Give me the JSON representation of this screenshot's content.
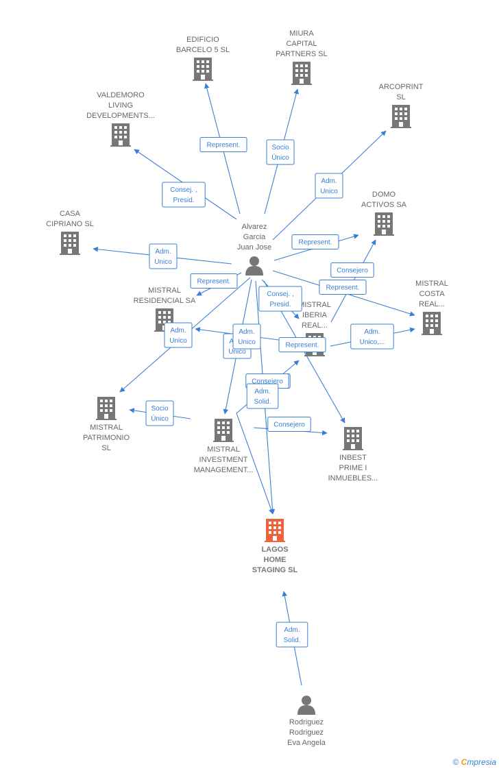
{
  "colors": {
    "edge": "#3a7fd5",
    "company": "#777777",
    "target": "#f0623a",
    "person": "#777777"
  },
  "nodes": [
    {
      "id": "edificio",
      "type": "company",
      "lines": [
        "EDIFICIO",
        "BARCELO 5  SL"
      ],
      "icon": "building-icon"
    },
    {
      "id": "miura",
      "type": "company",
      "lines": [
        "MIURA",
        "CAPITAL",
        "PARTNERS  SL"
      ],
      "icon": "building-icon"
    },
    {
      "id": "arcoprint",
      "type": "company",
      "lines": [
        "ARCOPRINT",
        "SL"
      ],
      "icon": "building-icon"
    },
    {
      "id": "valdemoro",
      "type": "company",
      "lines": [
        "VALDEMORO",
        "LIVING",
        "DEVELOPMENTS..."
      ],
      "icon": "building-icon"
    },
    {
      "id": "domo",
      "type": "company",
      "lines": [
        "DOMO",
        "ACTIVOS SA"
      ],
      "icon": "building-icon"
    },
    {
      "id": "casa",
      "type": "company",
      "lines": [
        "CASA",
        "CIPRIANO SL"
      ],
      "icon": "building-icon"
    },
    {
      "id": "mistral_costa",
      "type": "company",
      "lines": [
        "MISTRAL",
        "COSTA",
        "REAL..."
      ],
      "icon": "building-icon"
    },
    {
      "id": "mistral_res",
      "type": "company",
      "lines": [
        "MISTRAL",
        "RESIDENCIAL SA"
      ],
      "icon": "building-icon"
    },
    {
      "id": "mistral_iberia",
      "type": "company",
      "lines": [
        "MISTRAL",
        "IBERIA",
        "REAL..."
      ],
      "icon": "building-icon"
    },
    {
      "id": "mistral_patr",
      "type": "company",
      "lines": [
        "MISTRAL",
        "PATRIMONIO",
        "SL"
      ],
      "icon": "building-icon"
    },
    {
      "id": "mistral_inv",
      "type": "company",
      "lines": [
        "MISTRAL",
        "INVESTMENT",
        "MANAGEMENT..."
      ],
      "icon": "building-icon"
    },
    {
      "id": "inbest",
      "type": "company",
      "lines": [
        "INBEST",
        "PRIME I",
        "INMUEBLES..."
      ],
      "icon": "building-icon"
    },
    {
      "id": "lagos",
      "type": "target",
      "lines": [
        "LAGOS",
        "HOME",
        "STAGING  SL"
      ],
      "icon": "building-icon"
    },
    {
      "id": "alvarez",
      "type": "person",
      "lines": [
        "Alvarez",
        "Garcia",
        "Juan Jose"
      ],
      "icon": "person-icon"
    },
    {
      "id": "rodriguez",
      "type": "person",
      "lines": [
        "Rodriguez",
        "Rodriguez",
        "Eva Angela"
      ],
      "icon": "person-icon"
    }
  ],
  "edges": [
    {
      "from": "alvarez",
      "to": "edificio",
      "label": [
        "Represent."
      ]
    },
    {
      "from": "alvarez",
      "to": "miura",
      "label": [
        "Socio",
        "Único"
      ]
    },
    {
      "from": "alvarez",
      "to": "arcoprint",
      "label": [
        "Adm.",
        "Unico"
      ]
    },
    {
      "from": "alvarez",
      "to": "valdemoro",
      "label": [
        "Consej. ,",
        "Presid."
      ]
    },
    {
      "from": "alvarez",
      "to": "domo",
      "label": [
        "Represent."
      ]
    },
    {
      "from": "alvarez",
      "to": "casa",
      "label": [
        "Adm.",
        "Unico"
      ]
    },
    {
      "from": "alvarez",
      "to": "mistral_res",
      "label": [
        "Represent."
      ]
    },
    {
      "from": "alvarez",
      "to": "mistral_costa",
      "label": [
        "Represent."
      ]
    },
    {
      "from": "alvarez",
      "to": "mistral_iberia",
      "label": [
        "Consej. ,",
        "Presid."
      ]
    },
    {
      "from": "alvarez",
      "to": "mistral_patr",
      "label": [
        "Adm.",
        "Unico"
      ]
    },
    {
      "from": "alvarez",
      "to": "mistral_inv",
      "label": [
        "Adm.",
        "Unico"
      ]
    },
    {
      "from": "alvarez",
      "to": "inbest",
      "label": [
        "Consejero"
      ]
    },
    {
      "from": "alvarez",
      "to": "lagos",
      "label": [
        "Adm.",
        "Unico"
      ]
    },
    {
      "from": "mistral_iberia",
      "to": "domo",
      "label": [
        "Consejero"
      ]
    },
    {
      "from": "mistral_iberia",
      "to": "mistral_costa",
      "label": [
        "Adm.",
        "Unico,..."
      ]
    },
    {
      "from": "mistral_iberia",
      "to": "mistral_res",
      "label": [
        "Represent."
      ]
    },
    {
      "from": "mistral_inv",
      "to": "mistral_patr",
      "label": [
        "Socio",
        "Único"
      ]
    },
    {
      "from": "mistral_inv",
      "to": "mistral_iberia",
      "label": [
        "Consejero"
      ]
    },
    {
      "from": "mistral_inv",
      "to": "inbest",
      "label": [
        "Consejero"
      ]
    },
    {
      "from": "mistral_inv",
      "to": "lagos",
      "label": [
        "Adm.",
        "Solid."
      ]
    },
    {
      "from": "rodriguez",
      "to": "lagos",
      "label": [
        "Adm.",
        "Solid."
      ]
    }
  ],
  "footer": {
    "copyright": "©",
    "brand_e": "C",
    "brand_rest": "mpresia"
  }
}
